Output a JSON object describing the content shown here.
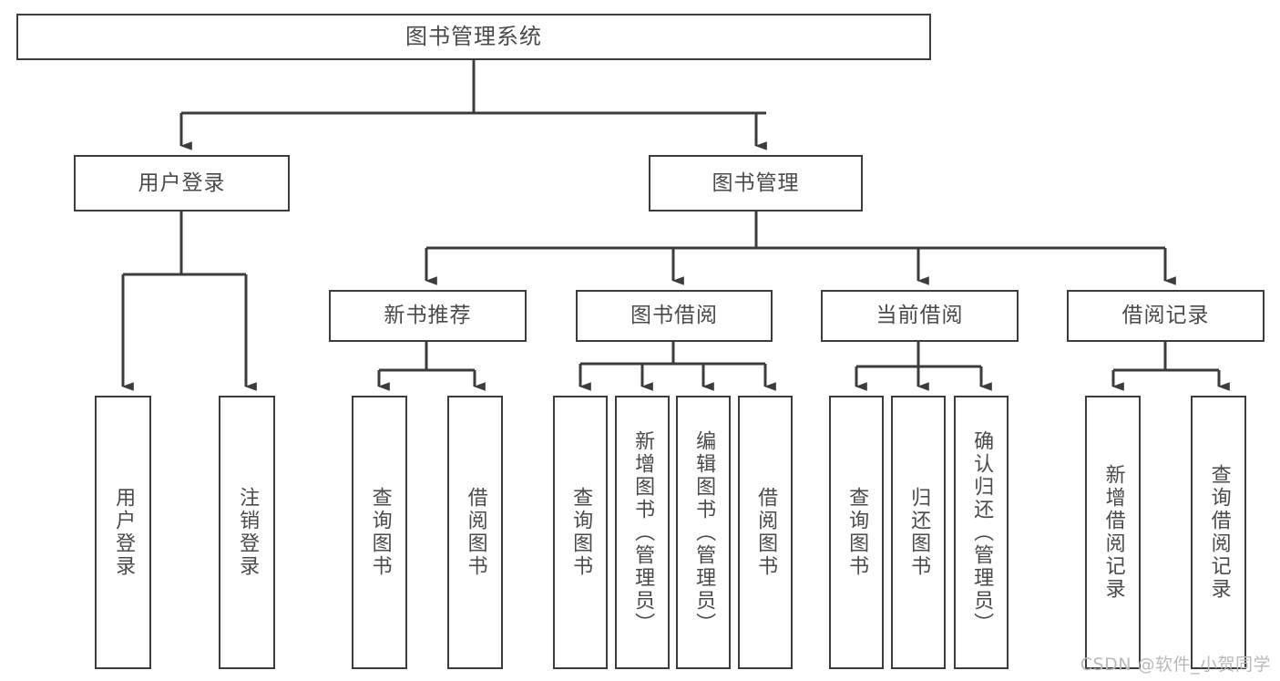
{
  "diagram": {
    "type": "tree",
    "title": "图书管理系统",
    "root": {
      "id": "root",
      "label": "图书管理系统"
    },
    "level2": [
      {
        "id": "user-login",
        "label": "用户登录"
      },
      {
        "id": "book-manage",
        "label": "图书管理"
      }
    ],
    "level3": [
      {
        "id": "new-book-rec",
        "label": "新书推荐",
        "parent": "book-manage"
      },
      {
        "id": "book-borrow",
        "label": "图书借阅",
        "parent": "book-manage"
      },
      {
        "id": "current-borrow",
        "label": "当前借阅",
        "parent": "book-manage"
      },
      {
        "id": "borrow-record",
        "label": "借阅记录",
        "parent": "book-manage"
      }
    ],
    "leaves": [
      {
        "id": "leaf-user-login",
        "label": "用户登录",
        "parent": "user-login"
      },
      {
        "id": "leaf-logout",
        "label": "注销登录",
        "parent": "user-login"
      },
      {
        "id": "leaf-query-book-1",
        "label": "查询图书",
        "parent": "new-book-rec"
      },
      {
        "id": "leaf-borrow-book-1",
        "label": "借阅图书",
        "parent": "new-book-rec"
      },
      {
        "id": "leaf-query-book-2",
        "label": "查询图书",
        "parent": "book-borrow"
      },
      {
        "id": "leaf-add-book",
        "label": "新增图书（管理员）",
        "parent": "book-borrow"
      },
      {
        "id": "leaf-edit-book",
        "label": "编辑图书（管理员）",
        "parent": "book-borrow"
      },
      {
        "id": "leaf-borrow-book-2",
        "label": "借阅图书",
        "parent": "book-borrow"
      },
      {
        "id": "leaf-query-book-3",
        "label": "查询图书",
        "parent": "current-borrow"
      },
      {
        "id": "leaf-return-book",
        "label": "归还图书",
        "parent": "current-borrow"
      },
      {
        "id": "leaf-confirm-return",
        "label": "确认归还（管理员）",
        "parent": "current-borrow"
      },
      {
        "id": "leaf-add-record",
        "label": "新增借阅记录",
        "parent": "borrow-record"
      },
      {
        "id": "leaf-query-record",
        "label": "查询借阅记录",
        "parent": "borrow-record"
      }
    ]
  },
  "watermark": {
    "text": "CSDN @软件_小贺同学"
  },
  "colors": {
    "border": "#3c3c3c",
    "text": "#4a4a4a",
    "background": "#ffffff",
    "connector": "#3c3c3c",
    "watermark": "#b9b9b9"
  }
}
